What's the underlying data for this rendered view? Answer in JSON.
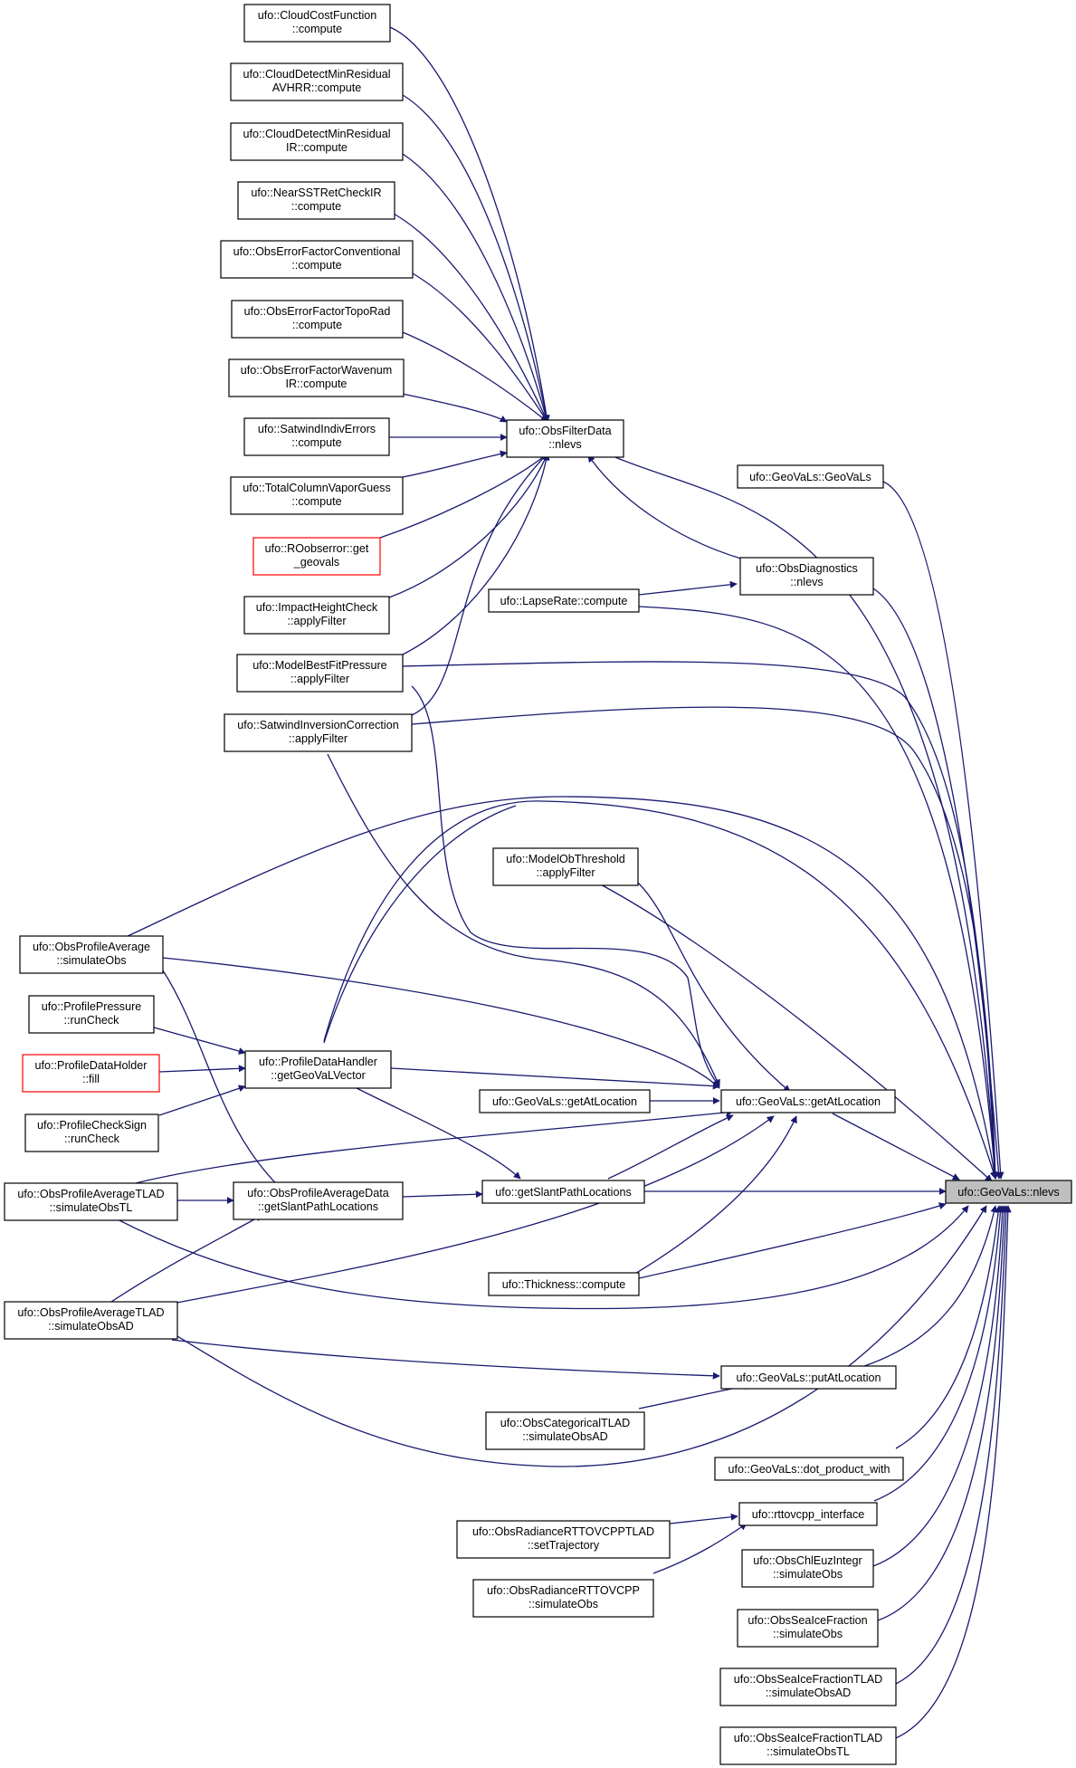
{
  "colors": {
    "edge": "#191970",
    "node_border": "#000000",
    "node_border_red": "#ff0000",
    "focus_fill": "#bfbfbf",
    "background": "#ffffff"
  },
  "nodes": {
    "CloudCostFunction": [
      "ufo::CloudCostFunction",
      "::compute"
    ],
    "CloudDetectAVHRR": [
      "ufo::CloudDetectMinResidual",
      "AVHRR::compute"
    ],
    "CloudDetectIR": [
      "ufo::CloudDetectMinResidual",
      "IR::compute"
    ],
    "NearSSTRetCheckIR": [
      "ufo::NearSSTRetCheckIR",
      "::compute"
    ],
    "ObsErrorFactorConventional": [
      "ufo::ObsErrorFactorConventional",
      "::compute"
    ],
    "ObsErrorFactorTopoRad": [
      "ufo::ObsErrorFactorTopoRad",
      "::compute"
    ],
    "ObsErrorFactorWavenumIR": [
      "ufo::ObsErrorFactorWavenum",
      "IR::compute"
    ],
    "SatwindIndivErrors": [
      "ufo::SatwindIndivErrors",
      "::compute"
    ],
    "TotalColumnVaporGuess": [
      "ufo::TotalColumnVaporGuess",
      "::compute"
    ],
    "ROobserror": [
      "ufo::ROobserror::get",
      "_geovals"
    ],
    "ImpactHeightCheck": [
      "ufo::ImpactHeightCheck",
      "::applyFilter"
    ],
    "ModelBestFitPressure": [
      "ufo::ModelBestFitPressure",
      "::applyFilter"
    ],
    "SatwindInversionCorrection": [
      "ufo::SatwindInversionCorrection",
      "::applyFilter"
    ],
    "ObsFilterDataNlevs": [
      "ufo::ObsFilterData",
      "::nlevs"
    ],
    "GeoVaLsGeoVaLs": [
      "ufo::GeoVaLs::GeoVaLs"
    ],
    "ObsDiagnosticsNlevs": [
      "ufo::ObsDiagnostics",
      "::nlevs"
    ],
    "LapseRate": [
      "ufo::LapseRate::compute"
    ],
    "ModelObThreshold": [
      "ufo::ModelObThreshold",
      "::applyFilter"
    ],
    "ObsProfileAverage": [
      "ufo::ObsProfileAverage",
      "::simulateObs"
    ],
    "ProfilePressure": [
      "ufo::ProfilePressure",
      "::runCheck"
    ],
    "ProfileDataHolder": [
      "ufo::ProfileDataHolder",
      "::fill"
    ],
    "ProfileCheckSign": [
      "ufo::ProfileCheckSign",
      "::runCheck"
    ],
    "ProfileDataHandler": [
      "ufo::ProfileDataHandler",
      "::getGeoVaLVector"
    ],
    "GeoVaLsGetAtLocationLeft": [
      "ufo::GeoVaLs::getAtLocation"
    ],
    "GeoVaLsGetAtLocation": [
      "ufo::GeoVaLs::getAtLocation"
    ],
    "ObsProfileAverageTLAD_TL": [
      "ufo::ObsProfileAverageTLAD",
      "::simulateObsTL"
    ],
    "ObsProfileAverageData": [
      "ufo::ObsProfileAverageData",
      "::getSlantPathLocations"
    ],
    "GetSlantPathLocations": [
      "ufo::getSlantPathLocations"
    ],
    "GeoVaLsNlevs": [
      "ufo::GeoVaLs::nlevs"
    ],
    "Thickness": [
      "ufo::Thickness::compute"
    ],
    "ObsProfileAverageTLAD_AD": [
      "ufo::ObsProfileAverageTLAD",
      "::simulateObsAD"
    ],
    "GeoVaLsPutAtLocation": [
      "ufo::GeoVaLs::putAtLocation"
    ],
    "ObsCategoricalTLAD": [
      "ufo::ObsCategoricalTLAD",
      "::simulateObsAD"
    ],
    "DotProductWith": [
      "ufo::GeoVaLs::dot_product_with"
    ],
    "RttovcppInterface": [
      "ufo::rttovcpp_interface"
    ],
    "ObsRadianceRTTOVCPPTLAD": [
      "ufo::ObsRadianceRTTOVCPPTLAD",
      "::setTrajectory"
    ],
    "ObsRadianceRTTOVCPP": [
      "ufo::ObsRadianceRTTOVCPP",
      "::simulateObs"
    ],
    "ObsChlEuzIntegr": [
      "ufo::ObsChlEuzIntegr",
      "::simulateObs"
    ],
    "ObsSeaIceFraction": [
      "ufo::ObsSeaIceFraction",
      "::simulateObs"
    ],
    "ObsSeaIceFractionTLAD_AD": [
      "ufo::ObsSeaIceFractionTLAD",
      "::simulateObsAD"
    ],
    "ObsSeaIceFractionTLAD_TL": [
      "ufo::ObsSeaIceFractionTLAD",
      "::simulateObsTL"
    ]
  }
}
